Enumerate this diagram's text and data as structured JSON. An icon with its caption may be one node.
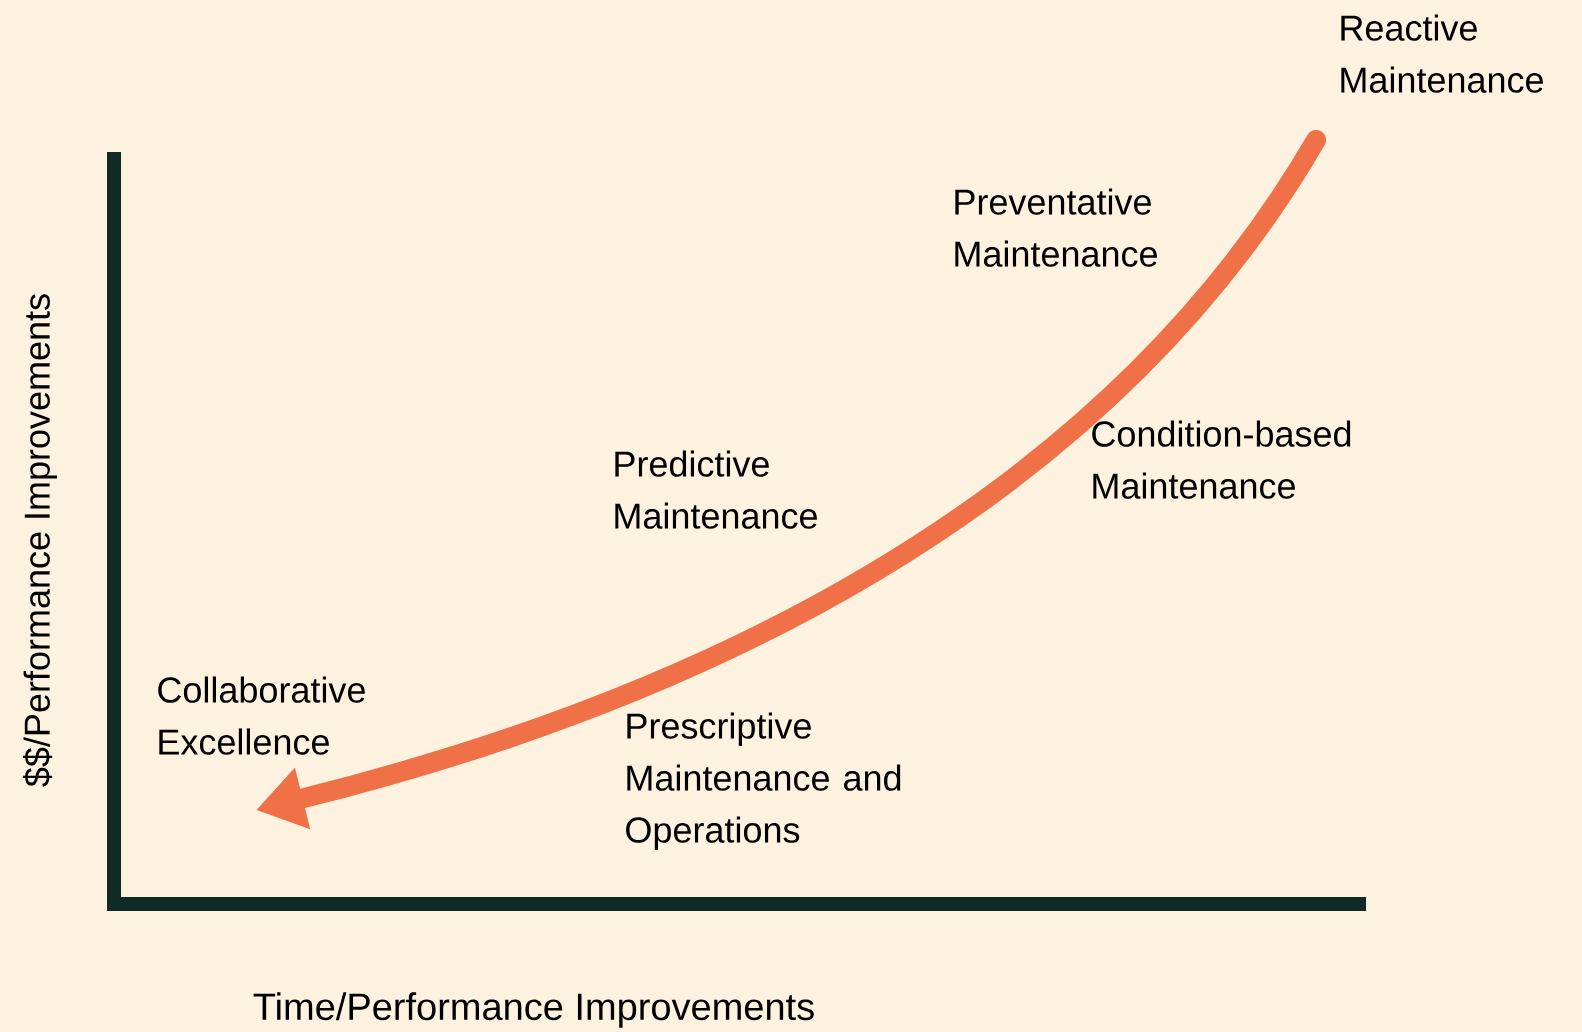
{
  "diagram": {
    "labels": [
      "Reactive Maintenance",
      "Preventative Maintenance",
      "Condition-based Maintenance",
      "Predictive Maintenance",
      "Collaborative Excellence",
      "Prescriptive Maintenance and Operations",
      "$$/Performance Improvements",
      "Time/Performance Improvements"
    ]
  }
}
